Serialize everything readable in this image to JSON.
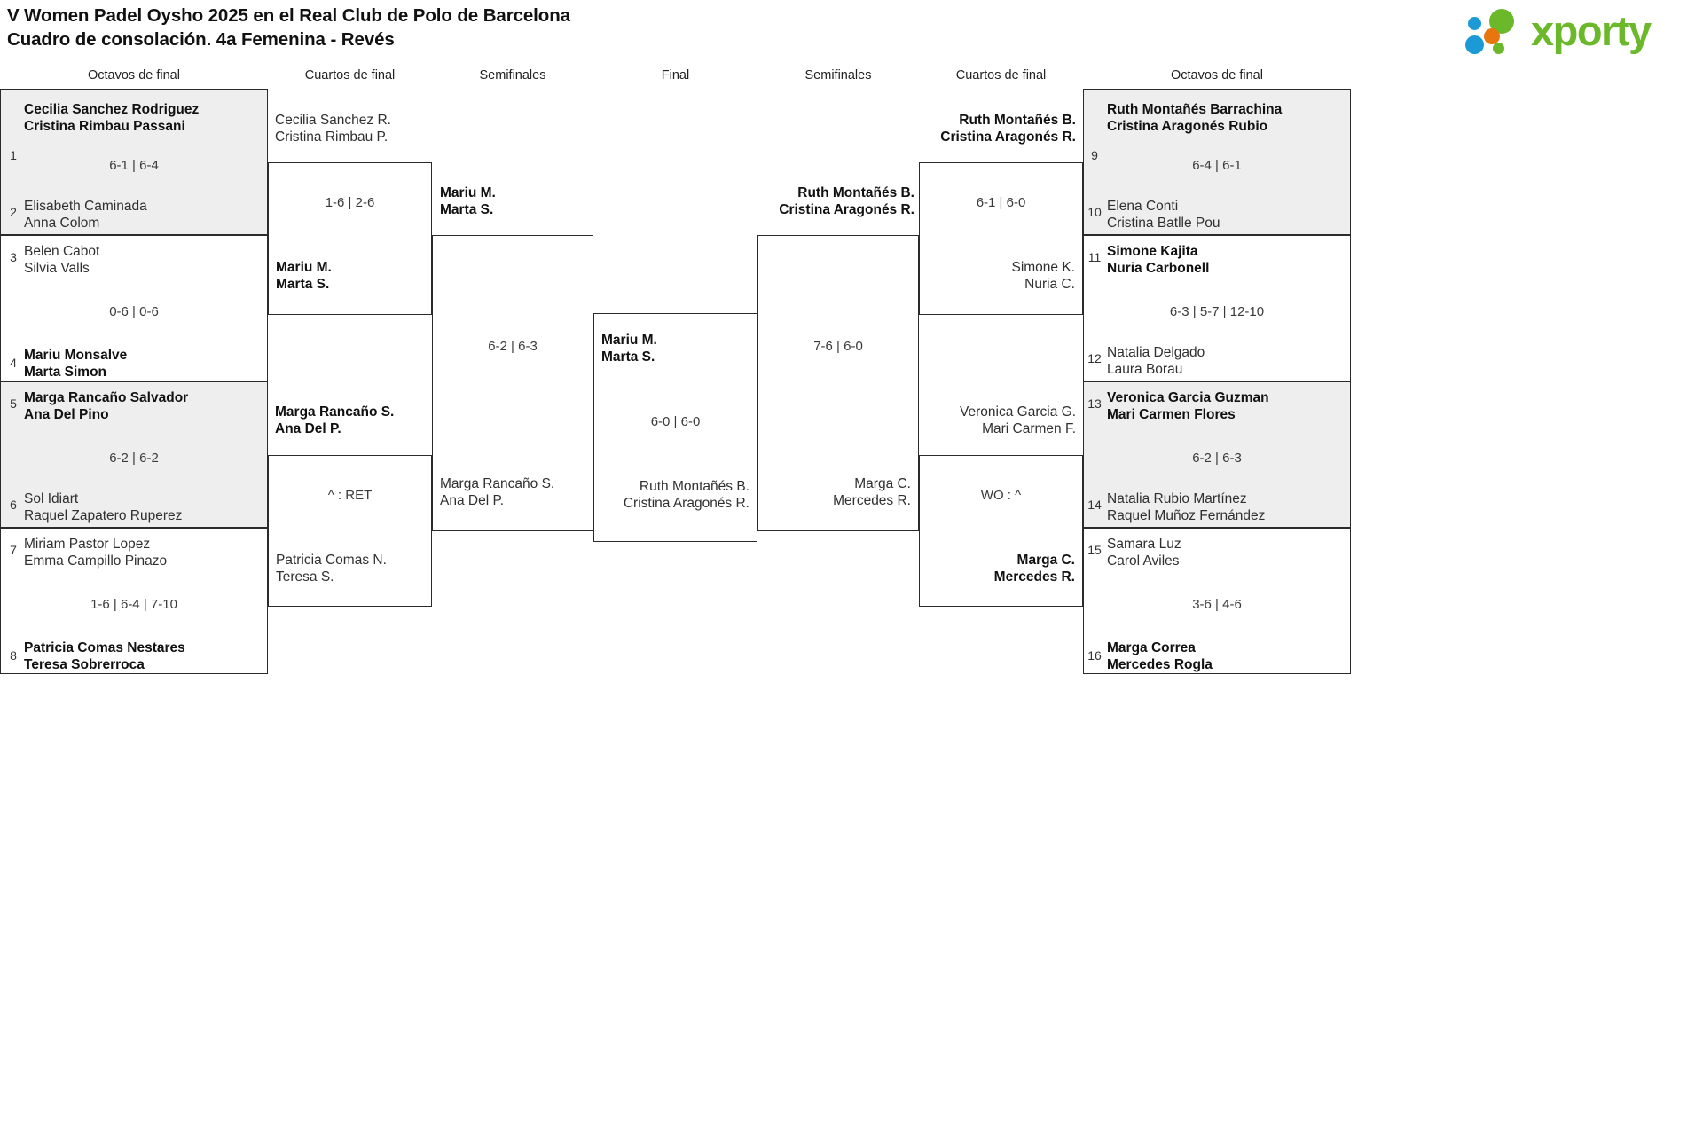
{
  "header": {
    "title_line1": "V Women Padel Oysho 2025 en el Real Club de Polo de Barcelona",
    "title_line2": "Cuadro de consolación. 4a Femenina - Revés",
    "logo_text": "xporty",
    "logo_colors": {
      "green": "#6cb82b",
      "blue": "#1b9ad6",
      "orange": "#e8760e"
    }
  },
  "round_headers": {
    "left_r16": "Octavos de final",
    "left_qf": "Cuartos de final",
    "left_sf": "Semifinales",
    "final": "Final",
    "right_sf": "Semifinales",
    "right_qf": "Cuartos de final",
    "right_r16": "Octavos de final"
  },
  "left": {
    "r16": [
      {
        "seed_top": "1",
        "seed_bottom": "2",
        "top_p1": "Cecilia Sanchez Rodriguez",
        "top_p2": "Cristina Rimbau Passani",
        "bottom_p1": "Elisabeth Caminada",
        "bottom_p2": "Anna Colom",
        "score": "6-1 | 6-4",
        "winner": "top",
        "shaded": true
      },
      {
        "seed_top": "3",
        "seed_bottom": "4",
        "top_p1": "Belen Cabot",
        "top_p2": "Silvia Valls",
        "bottom_p1": "Mariu Monsalve",
        "bottom_p2": "Marta Simon",
        "score": "0-6 | 0-6",
        "winner": "bottom",
        "shaded": false
      },
      {
        "seed_top": "5",
        "seed_bottom": "6",
        "top_p1": "Marga Rancaño Salvador",
        "top_p2": "Ana Del Pino",
        "bottom_p1": "Sol Idiart",
        "bottom_p2": "Raquel Zapatero Ruperez",
        "score": "6-2 | 6-2",
        "winner": "top",
        "shaded": true
      },
      {
        "seed_top": "7",
        "seed_bottom": "8",
        "top_p1": "Miriam Pastor Lopez",
        "top_p2": "Emma Campillo Pinazo",
        "bottom_p1": "Patricia Comas Nestares",
        "bottom_p2": "Teresa Sobrerroca",
        "score": "1-6 | 6-4 | 7-10",
        "winner": "bottom",
        "shaded": false
      }
    ],
    "qf": [
      {
        "top_p1": "Cecilia Sanchez R.",
        "top_p2": "Cristina Rimbau P.",
        "bottom_p1": "Mariu M.",
        "bottom_p2": "Marta S.",
        "score": "1-6 | 2-6",
        "winner": "bottom"
      },
      {
        "top_p1": "Marga Rancaño S.",
        "top_p2": "Ana Del P.",
        "bottom_p1": "Patricia Comas N.",
        "bottom_p2": "Teresa S.",
        "score": "^ : RET",
        "winner": "top"
      }
    ],
    "sf": [
      {
        "top_p1": "Mariu M.",
        "top_p2": "Marta S.",
        "bottom_p1": "Marga Rancaño S.",
        "bottom_p2": "Ana Del P.",
        "score": "6-2 | 6-3",
        "winner": "top"
      }
    ]
  },
  "final": {
    "top_p1": "Mariu M.",
    "top_p2": "Marta S.",
    "bottom_p1": "Ruth Montañés B.",
    "bottom_p2": "Cristina Aragonés R.",
    "score": "6-0 | 6-0",
    "winner": "top"
  },
  "right": {
    "r16": [
      {
        "seed_top": "9",
        "seed_bottom": "10",
        "top_p1": "Ruth Montañés Barrachina",
        "top_p2": "Cristina Aragonés Rubio",
        "bottom_p1": "Elena Conti",
        "bottom_p2": "Cristina Batlle Pou",
        "score": "6-4 | 6-1",
        "winner": "top",
        "shaded": true
      },
      {
        "seed_top": "11",
        "seed_bottom": "12",
        "top_p1": "Simone Kajita",
        "top_p2": "Nuria Carbonell",
        "bottom_p1": "Natalia Delgado",
        "bottom_p2": "Laura Borau",
        "score": "6-3 | 5-7 | 12-10",
        "winner": "top",
        "shaded": false
      },
      {
        "seed_top": "13",
        "seed_bottom": "14",
        "top_p1": "Veronica Garcia Guzman",
        "top_p2": "Mari Carmen Flores",
        "bottom_p1": "Natalia Rubio Martínez",
        "bottom_p2": "Raquel Muñoz Fernández",
        "score": "6-2 | 6-3",
        "winner": "top",
        "shaded": true
      },
      {
        "seed_top": "15",
        "seed_bottom": "16",
        "top_p1": "Samara Luz",
        "top_p2": "Carol Aviles",
        "bottom_p1": "Marga Correa",
        "bottom_p2": "Mercedes Rogla",
        "score": "3-6 | 4-6",
        "winner": "bottom",
        "shaded": false
      }
    ],
    "qf": [
      {
        "top_p1": "Ruth Montañés B.",
        "top_p2": "Cristina Aragonés R.",
        "bottom_p1": "Simone K.",
        "bottom_p2": "Nuria C.",
        "score": "6-1 | 6-0",
        "winner": "top"
      },
      {
        "top_p1": "Veronica Garcia G.",
        "top_p2": "Mari Carmen F.",
        "bottom_p1": "Marga C.",
        "bottom_p2": "Mercedes R.",
        "score": "WO : ^",
        "winner": "bottom"
      }
    ],
    "sf": [
      {
        "top_p1": "Ruth Montañés B.",
        "top_p2": "Cristina Aragonés R.",
        "bottom_p1": "Marga C.",
        "bottom_p2": "Mercedes R.",
        "score": "7-6 | 6-0",
        "winner": "top"
      }
    ]
  }
}
